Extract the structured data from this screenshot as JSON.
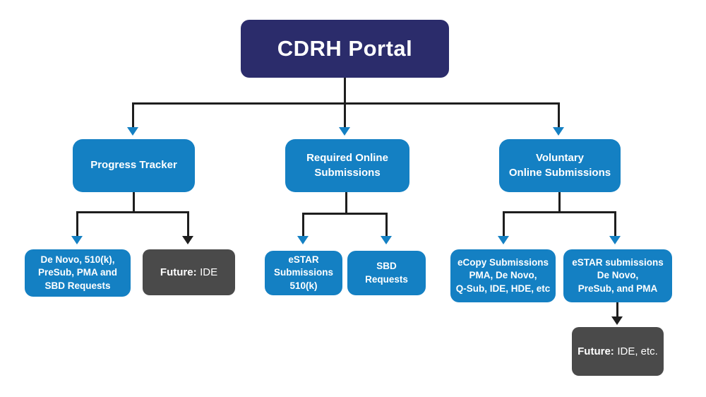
{
  "colors": {
    "navy": "#2b2c6b",
    "blue": "#1480c3",
    "gray": "#4a4a4a",
    "line": "#1e1e1e",
    "background": "#ffffff",
    "text": "#ffffff"
  },
  "nodes": {
    "root": {
      "label": "CDRH Portal"
    },
    "progress_tracker": {
      "label": "Progress Tracker"
    },
    "required_online": {
      "label": "Required Online\nSubmissions"
    },
    "voluntary_online": {
      "label": "Voluntary\nOnline Submissions"
    },
    "de_novo_group": {
      "label": "De Novo, 510(k),\nPreSub, PMA and\nSBD Requests"
    },
    "future_ide": {
      "label_bold": "Future:",
      "label_rest": "IDE"
    },
    "estar_510k": {
      "label": "eSTAR\nSubmissions\n510(k)"
    },
    "sbd_requests": {
      "label": "SBD\nRequests"
    },
    "ecopy_group": {
      "label": "eCopy Submissions\nPMA, De Novo,\nQ-Sub, IDE, HDE, etc"
    },
    "estar_voluntary": {
      "label": "eSTAR submissions\nDe Novo,\nPreSub, and PMA"
    },
    "future_ide_etc": {
      "label_bold": "Future:",
      "label_rest": "IDE, etc."
    }
  }
}
